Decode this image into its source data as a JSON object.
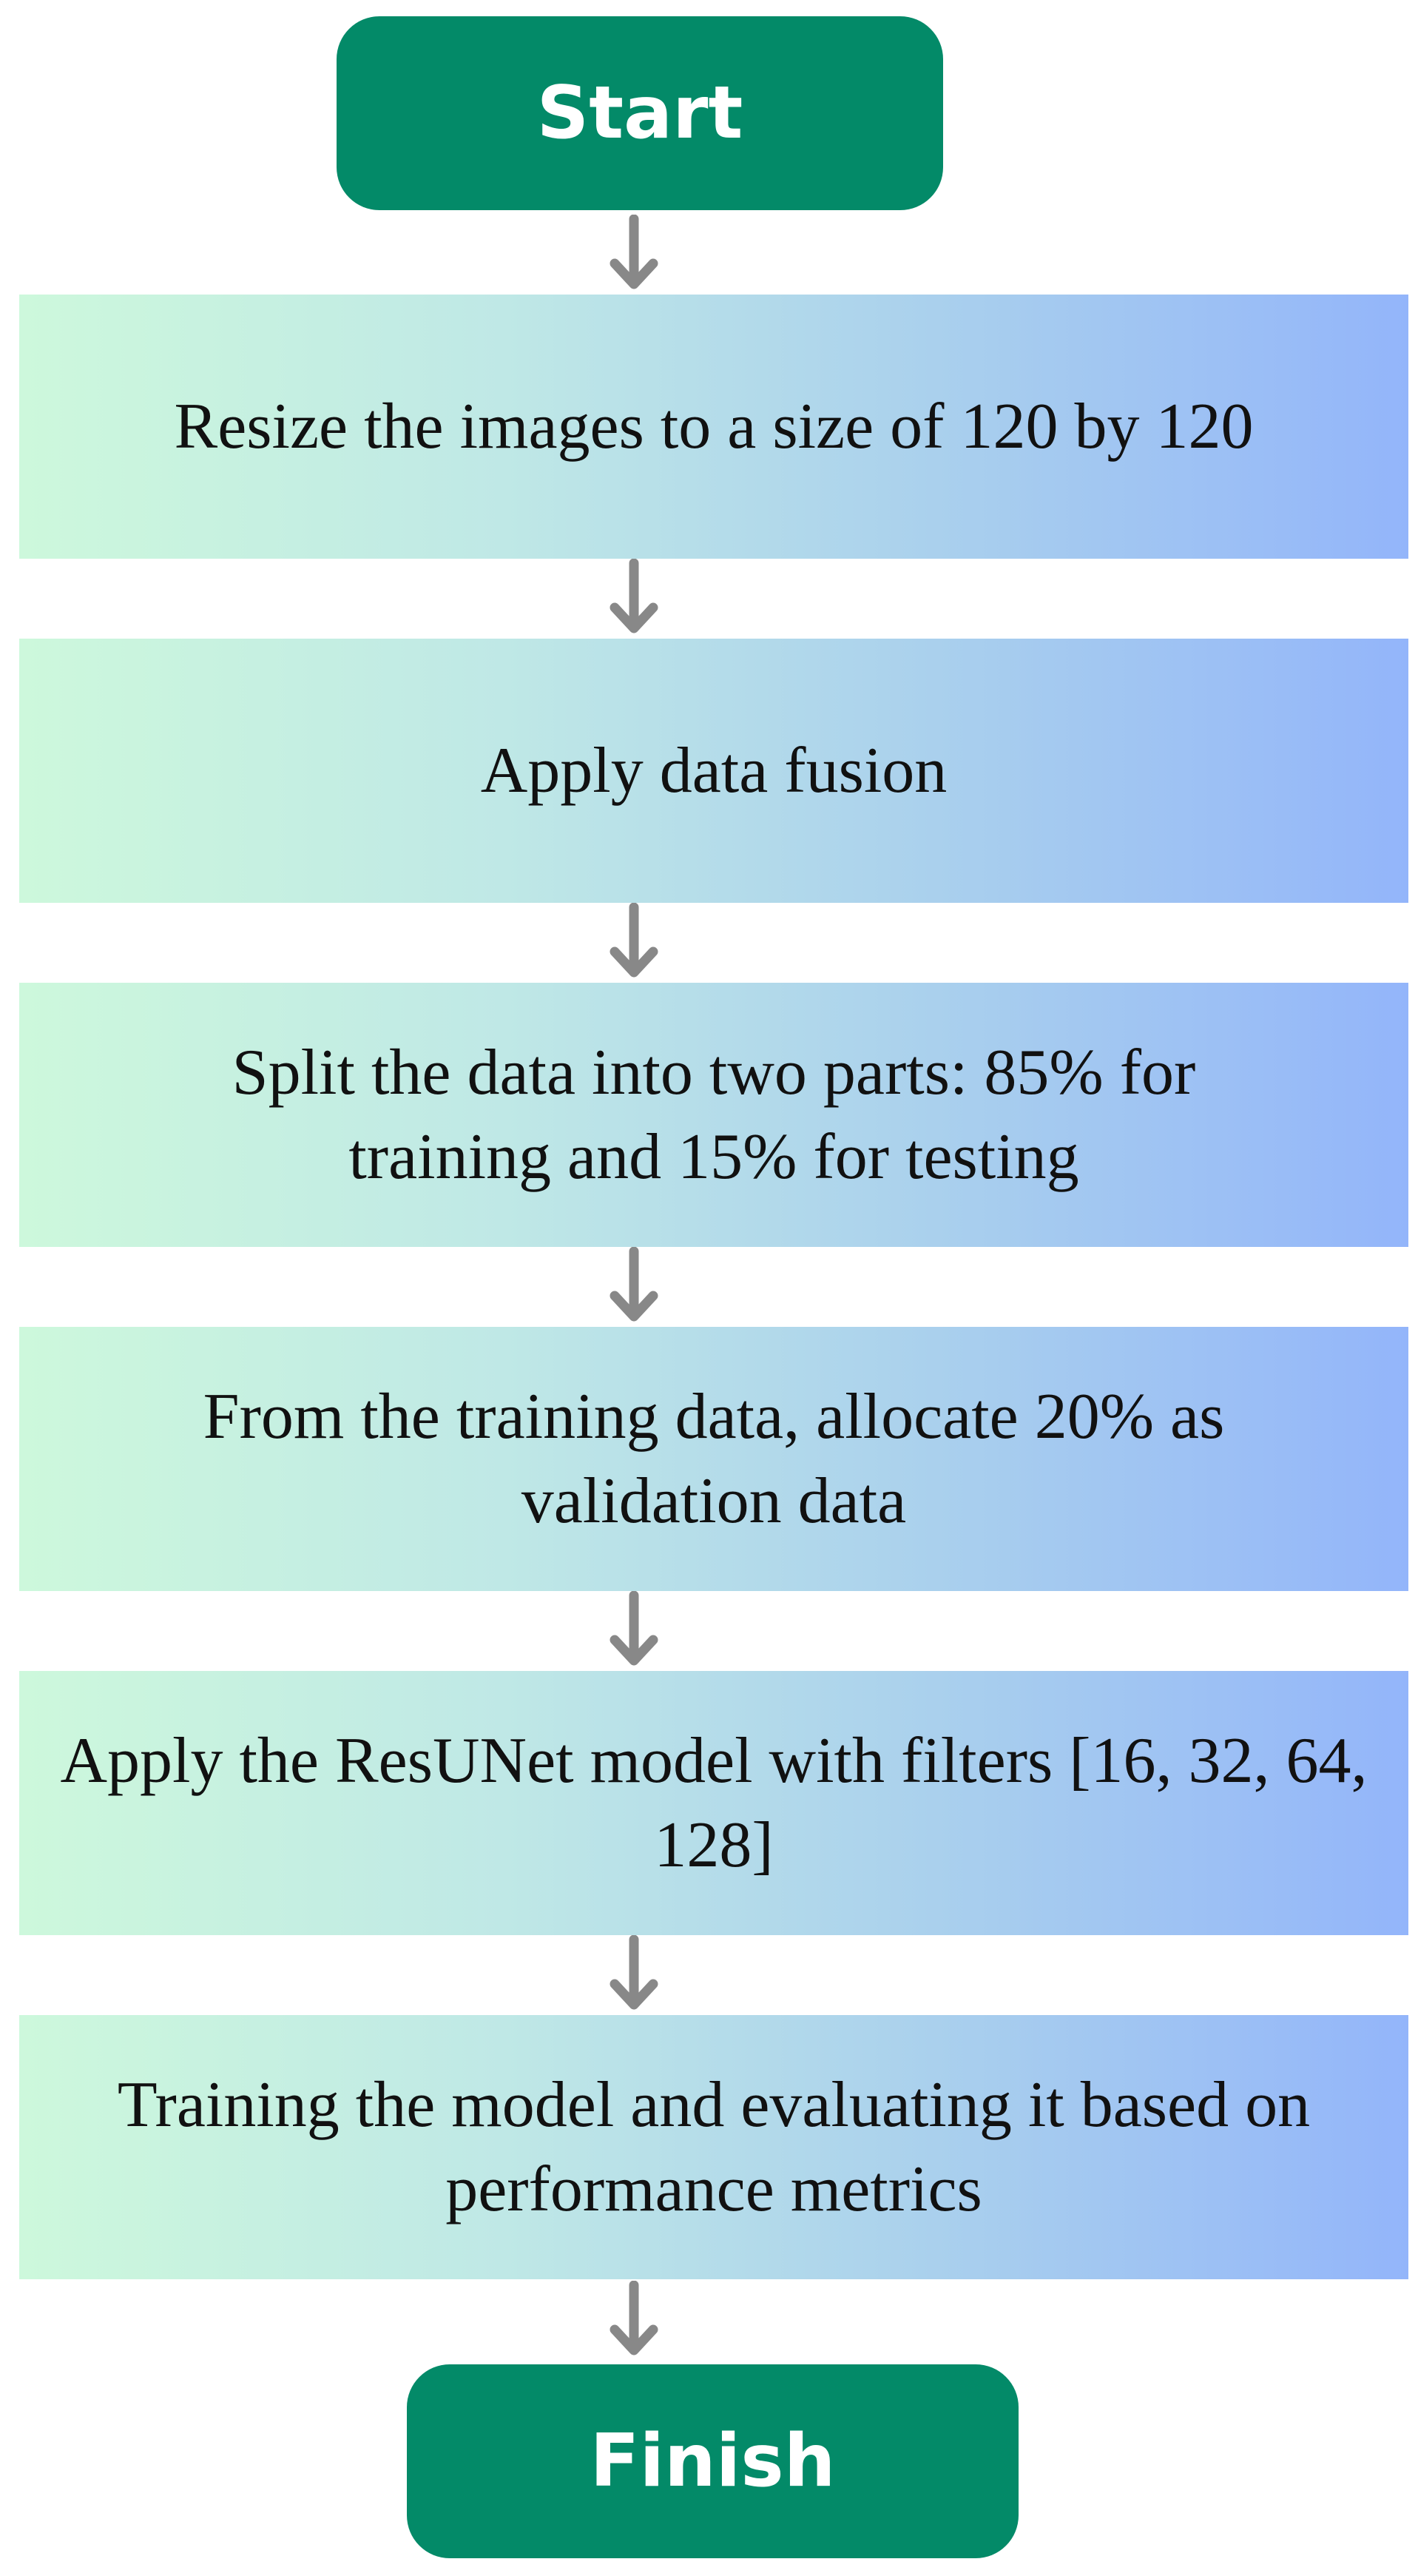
{
  "flowchart": {
    "start": "Start",
    "finish": "Finish",
    "steps": [
      "Resize the images to a size of 120 by 120",
      "Apply data fusion",
      "Split the data into two parts: 85% for training and 15% for testing",
      "From the training data, allocate 20% as validation data",
      "Apply the ResUNet model with filters [16, 32, 64, 128]",
      "Training the model and evaluating it based on performance metrics"
    ]
  },
  "colors": {
    "terminal_fill": "#038a68",
    "step_gradient_start": "#cdf8dc",
    "step_gradient_end": "#93b5fa",
    "arrow": "#888888"
  }
}
